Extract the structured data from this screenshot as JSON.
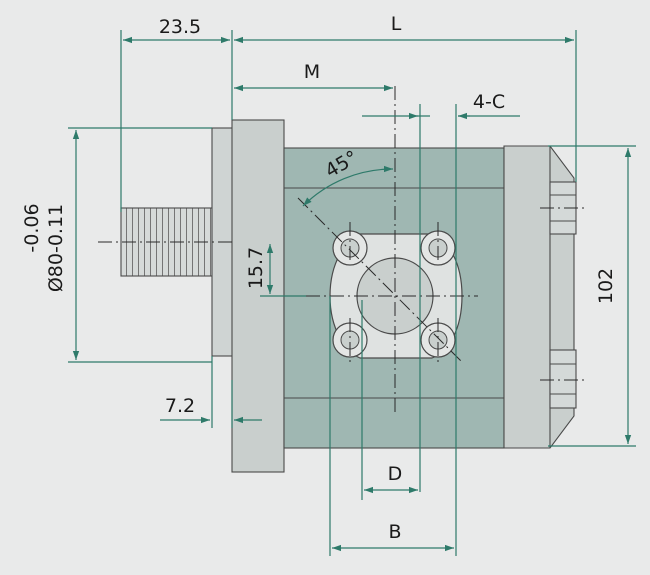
{
  "drawing": {
    "labels": {
      "dim_23_5": "23.5",
      "dim_L": "L",
      "dim_M": "M",
      "dim_4C": "4-C",
      "dim_45": "45°",
      "dim_tol_upper": "-0.06",
      "dim_diameter": "Ø80-0.11",
      "dim_15_7": "15.7",
      "dim_102": "102",
      "dim_7_2": "7.2",
      "dim_D": "D",
      "dim_B": "B"
    },
    "colors": {
      "background": "#e9eaea",
      "body_fill": "#9fb7b2",
      "flange_fill": "#c9cfcd",
      "port_fill": "#dfe2e1",
      "dimension_line": "#2e7a6a"
    }
  }
}
